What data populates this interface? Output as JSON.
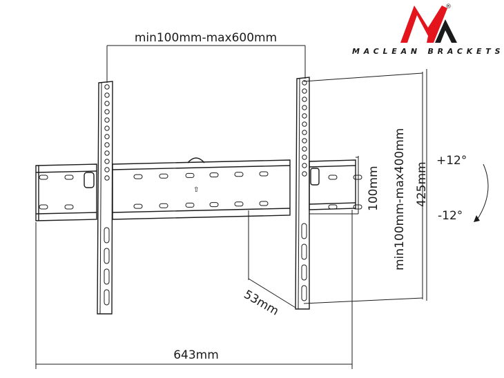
{
  "logo": {
    "brand": "MACLEAN BRACKETS",
    "registered_mark": "®",
    "colors": {
      "red": "#e3141b",
      "black": "#1a1a1a"
    }
  },
  "dimensions": {
    "vesa_width": "min100mm-max600mm",
    "vesa_height": "min100mm-max400mm",
    "rail_height": "100mm",
    "arm_height": "425mm",
    "wall_distance": "53mm",
    "total_width": "643mm"
  },
  "tilt": {
    "up": "+12°",
    "down": "-12°"
  }
}
